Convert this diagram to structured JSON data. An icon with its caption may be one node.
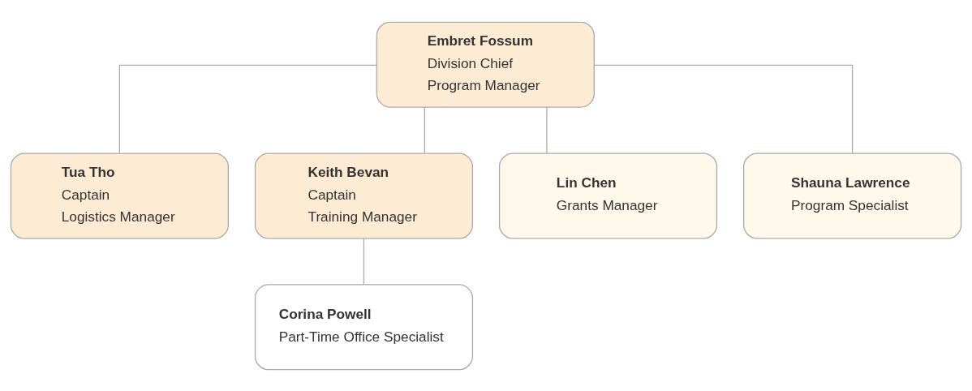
{
  "diagram": {
    "nodes": [
      {
        "text": [
          "Embret Fossum",
          "Division Chief",
          "Program Manager"
        ]
      },
      {
        "text": [
          "Tua Tho",
          "Captain",
          "Logistics Manager"
        ]
      },
      {
        "text": [
          "Keith Bevan",
          "Captain",
          "Training Manager"
        ]
      },
      {
        "text": [
          "Lin Chen",
          "Grants Manager"
        ]
      },
      {
        "text": [
          "Shauna Lawrence",
          "Program Specialist"
        ]
      },
      {
        "text": [
          "Corina Powell",
          "Part-Time Office Specialist"
        ]
      }
    ],
    "edges": [
      {
        "from": 0,
        "to": 1,
        "arrow": "none"
      },
      {
        "from": 0,
        "to": 2,
        "arrow": "none"
      },
      {
        "from": 0,
        "to": 3,
        "arrow": "none"
      },
      {
        "from": 0,
        "to": 4,
        "arrow": "none"
      },
      {
        "from": 2,
        "to": 5,
        "arrow": "none"
      }
    ]
  }
}
